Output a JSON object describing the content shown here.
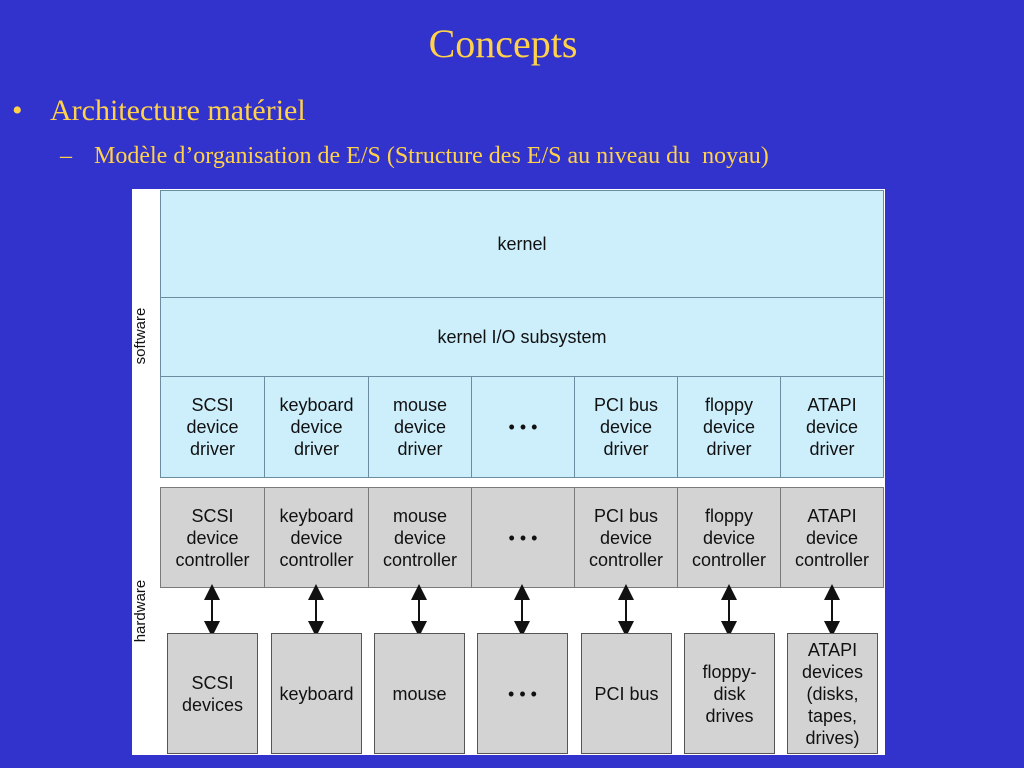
{
  "slide": {
    "title": "Concepts",
    "bullet1": "Architecture matériel",
    "bullet1_mark": "•",
    "bullet2": "Modèle d’organisation de E/S (Structure des E/S au niveau du  noyau)",
    "bullet2_mark": "–"
  },
  "diagram": {
    "software_label": "software",
    "hardware_label": "hardware",
    "kernel": "kernel",
    "io_subsystem": "kernel I/O subsystem",
    "drivers": [
      "SCSI\ndevice\ndriver",
      "keyboard\ndevice\ndriver",
      "mouse\ndevice\ndriver",
      "• • •",
      "PCI bus\ndevice\ndriver",
      "floppy\ndevice\ndriver",
      "ATAPI\ndevice\ndriver"
    ],
    "controllers": [
      "SCSI\ndevice\ncontroller",
      "keyboard\ndevice\ncontroller",
      "mouse\ndevice\ncontroller",
      "• • •",
      "PCI bus\ndevice\ncontroller",
      "floppy\ndevice\ncontroller",
      "ATAPI\ndevice\ncontroller"
    ],
    "devices": [
      "SCSI\ndevices",
      "keyboard",
      "mouse",
      "• • •",
      "PCI bus",
      "floppy-\ndisk\ndrives",
      "ATAPI\ndevices\n(disks,\ntapes,\ndrives)"
    ],
    "colors": {
      "software_fill": "#cdeefb",
      "hardware_fill": "#d3d3d3",
      "background": "#3232cc",
      "text_accent": "#ffd24a"
    }
  }
}
